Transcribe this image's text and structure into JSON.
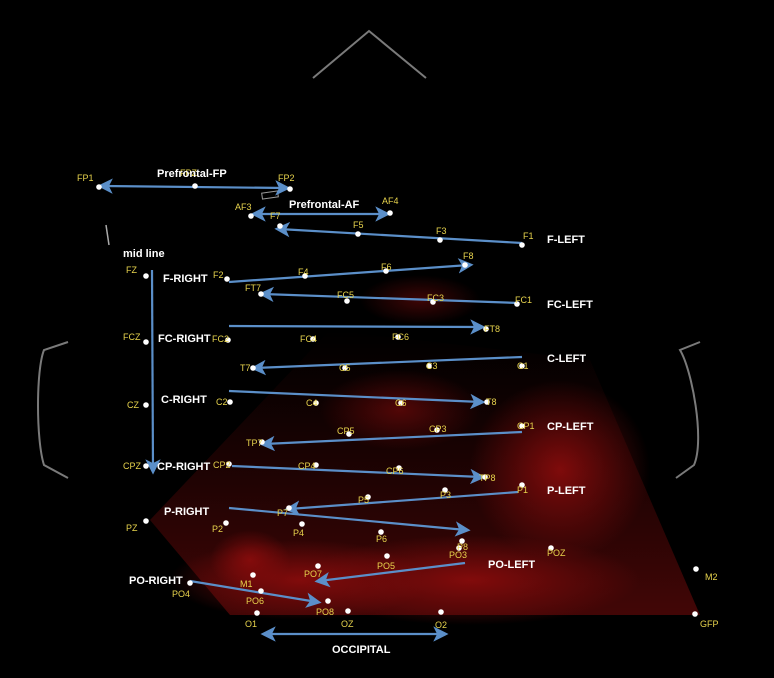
{
  "colors": {
    "background": "#000000",
    "head_outline": "#7a7a7a",
    "arrow": "#5b8fc9",
    "electrode_dot": "#ffffff",
    "electrode_label": "#e8d44d",
    "group_label": "#ffffff",
    "heat": "#8a0c0c"
  },
  "electrodes": [
    {
      "label": "FP1"
    },
    {
      "label": "FPZ"
    },
    {
      "label": "FP2"
    },
    {
      "label": "AF3"
    },
    {
      "label": "AF4"
    },
    {
      "label": "F7"
    },
    {
      "label": "F5"
    },
    {
      "label": "F3"
    },
    {
      "label": "F1"
    },
    {
      "label": "FZ"
    },
    {
      "label": "F2"
    },
    {
      "label": "F4"
    },
    {
      "label": "F6"
    },
    {
      "label": "F8"
    },
    {
      "label": "FT7"
    },
    {
      "label": "FC5"
    },
    {
      "label": "FC3"
    },
    {
      "label": "FC1"
    },
    {
      "label": "FCZ"
    },
    {
      "label": "FC2"
    },
    {
      "label": "FC4"
    },
    {
      "label": "FC6"
    },
    {
      "label": "FT8"
    },
    {
      "label": "T7"
    },
    {
      "label": "C5"
    },
    {
      "label": "C3"
    },
    {
      "label": "C1"
    },
    {
      "label": "CZ"
    },
    {
      "label": "C2"
    },
    {
      "label": "C4"
    },
    {
      "label": "C6"
    },
    {
      "label": "T8"
    },
    {
      "label": "TP7"
    },
    {
      "label": "CP5"
    },
    {
      "label": "CP3"
    },
    {
      "label": "CP1"
    },
    {
      "label": "CPZ"
    },
    {
      "label": "CP2"
    },
    {
      "label": "CP4"
    },
    {
      "label": "CP6"
    },
    {
      "label": "TP8"
    },
    {
      "label": "P7"
    },
    {
      "label": "P5"
    },
    {
      "label": "P3"
    },
    {
      "label": "P1"
    },
    {
      "label": "PZ"
    },
    {
      "label": "P2"
    },
    {
      "label": "P4"
    },
    {
      "label": "P6"
    },
    {
      "label": "P8"
    },
    {
      "label": "PO7"
    },
    {
      "label": "PO5"
    },
    {
      "label": "PO3"
    },
    {
      "label": "POZ"
    },
    {
      "label": "PO4"
    },
    {
      "label": "PO6"
    },
    {
      "label": "PO8"
    },
    {
      "label": "M1"
    },
    {
      "label": "O1"
    },
    {
      "label": "OZ"
    },
    {
      "label": "O2"
    },
    {
      "label": "M2"
    },
    {
      "label": "GFP"
    }
  ],
  "groups": [
    {
      "key": "prefrontal_fp",
      "label": "Prefrontal-FP"
    },
    {
      "key": "prefrontal_af",
      "label": "Prefrontal-AF"
    },
    {
      "key": "midline",
      "label": "mid line"
    },
    {
      "key": "f_left",
      "label": "F-LEFT"
    },
    {
      "key": "f_right",
      "label": "F-RIGHT"
    },
    {
      "key": "fc_left",
      "label": "FC-LEFT"
    },
    {
      "key": "fc_right",
      "label": "FC-RIGHT"
    },
    {
      "key": "c_left",
      "label": "C-LEFT"
    },
    {
      "key": "c_right",
      "label": "C-RIGHT"
    },
    {
      "key": "cp_left",
      "label": "CP-LEFT"
    },
    {
      "key": "cp_right",
      "label": "CP-RIGHT"
    },
    {
      "key": "p_left",
      "label": "P-LEFT"
    },
    {
      "key": "p_right",
      "label": "P-RIGHT"
    },
    {
      "key": "po_left",
      "label": "PO-LEFT"
    },
    {
      "key": "po_right",
      "label": "PO-RIGHT"
    },
    {
      "key": "occipital",
      "label": "OCCIPITAL"
    }
  ]
}
